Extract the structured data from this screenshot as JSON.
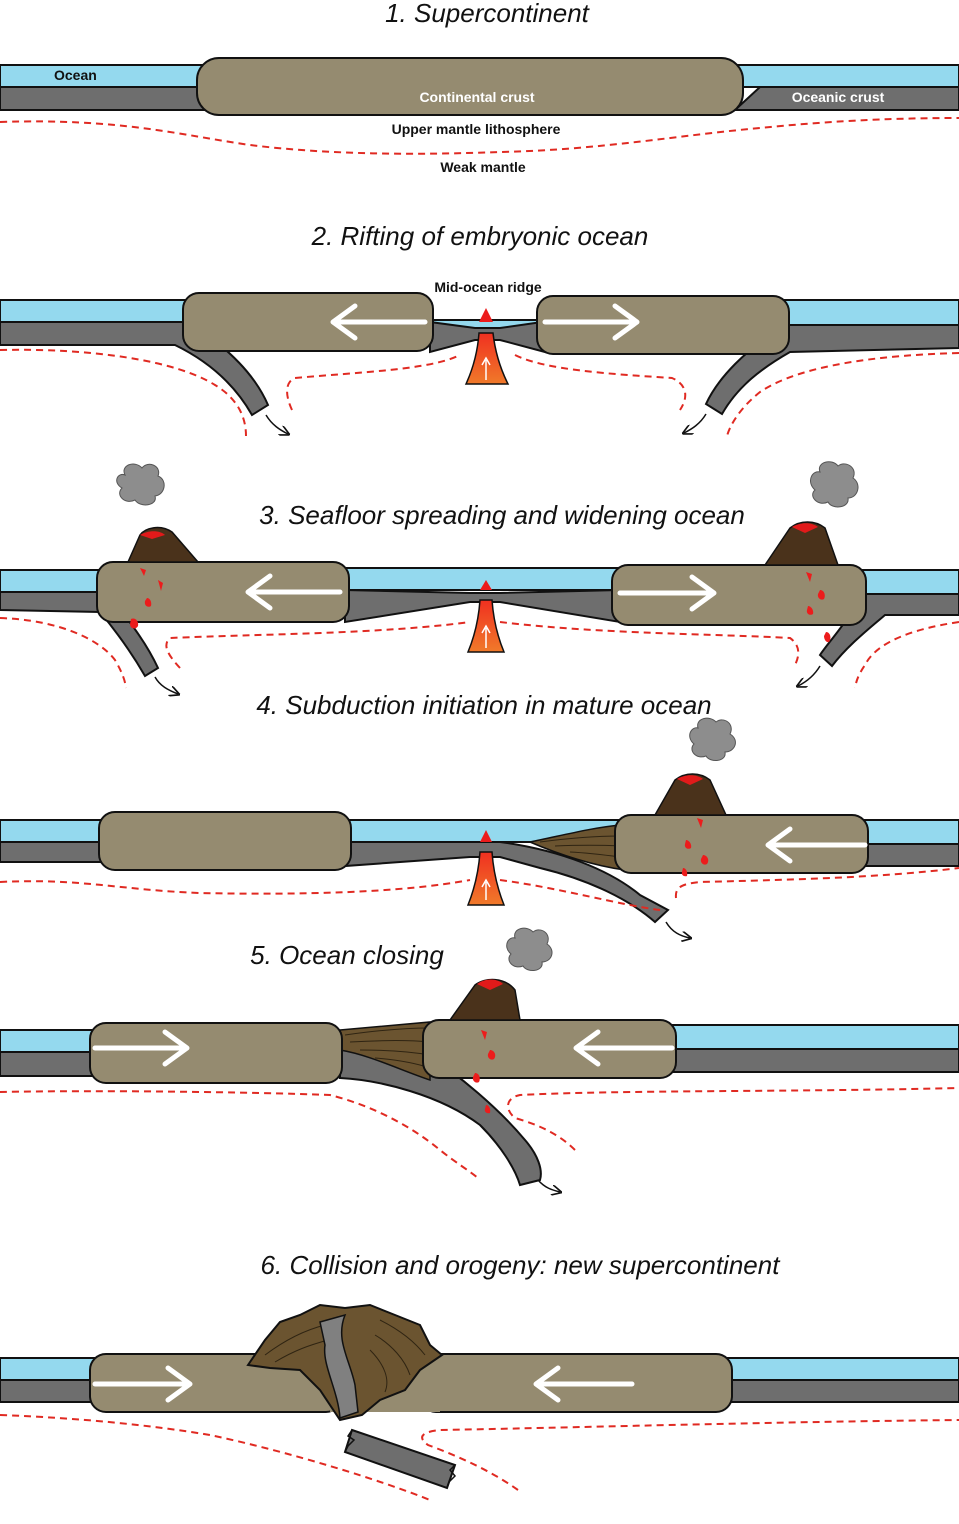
{
  "stages": [
    {
      "title": "1. Supercontinent"
    },
    {
      "title": "2. Rifting of embryonic ocean"
    },
    {
      "title": "3. Seafloor spreading and widening ocean"
    },
    {
      "title": "4. Subduction initiation in mature ocean"
    },
    {
      "title": "5. Ocean closing"
    },
    {
      "title": "6. Collision and orogeny: new supercontinent"
    }
  ],
  "labels": {
    "ocean": "Ocean",
    "continental_crust": "Continental crust",
    "oceanic_crust": "Oceanic crust",
    "upper_mantle": "Upper mantle lithosphere",
    "weak_mantle": "Weak mantle",
    "mid_ocean_ridge": "Mid-ocean ridge"
  },
  "colors": {
    "ocean": "#94d9ee",
    "oceanic_crust": "#6e6e6e",
    "continental_crust": "#958b70",
    "sediment_wedge": "#6b5430",
    "volcano": "#4a321b",
    "magma": "#ec1c1c",
    "mantle_boundary": "#e02a22",
    "motion_arrow": "#ffffff"
  },
  "icons": [
    "volcano-icon",
    "smoke-plume-icon",
    "magma-droplet-icon",
    "motion-arrow-icon",
    "subduction-arrow-icon"
  ]
}
